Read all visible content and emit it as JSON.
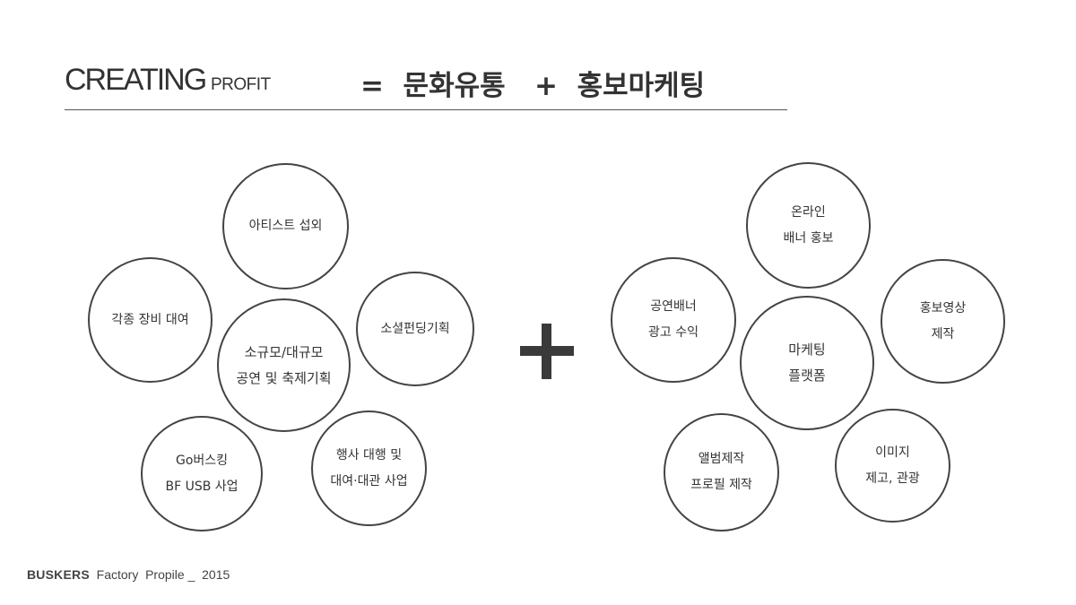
{
  "header": {
    "title_main": "CREATING",
    "title_sub": "PROFIT",
    "formula": "=  문화유통   +  홍보마케팅"
  },
  "left_cluster": {
    "center": [
      "소규모/대규모",
      "공연 및 축제기획"
    ],
    "top": [
      "아티스트 섭외"
    ],
    "left": [
      "각종 장비 대여"
    ],
    "right": [
      "소셜펀딩기획"
    ],
    "bottom_left": [
      "Go버스킹",
      "BF USB 사업"
    ],
    "bottom_right": [
      "행사 대행 및",
      "대여·대관 사업"
    ]
  },
  "right_cluster": {
    "center": [
      "마케팅",
      "플랫폼"
    ],
    "top": [
      "온라인",
      "배너 홍보"
    ],
    "left": [
      "공연배너",
      "광고 수익"
    ],
    "right": [
      "홍보영상",
      "제작"
    ],
    "bottom_left": [
      "앨범제작",
      "프로필 제작"
    ],
    "bottom_right": [
      "이미지",
      "제고, 관광"
    ]
  },
  "footer": {
    "brand": "BUSKERS",
    "text": "  Factory  Propile _  2015"
  },
  "colors": {
    "stroke": "#444444",
    "text": "#333333",
    "plus": "#3a3a3a"
  }
}
